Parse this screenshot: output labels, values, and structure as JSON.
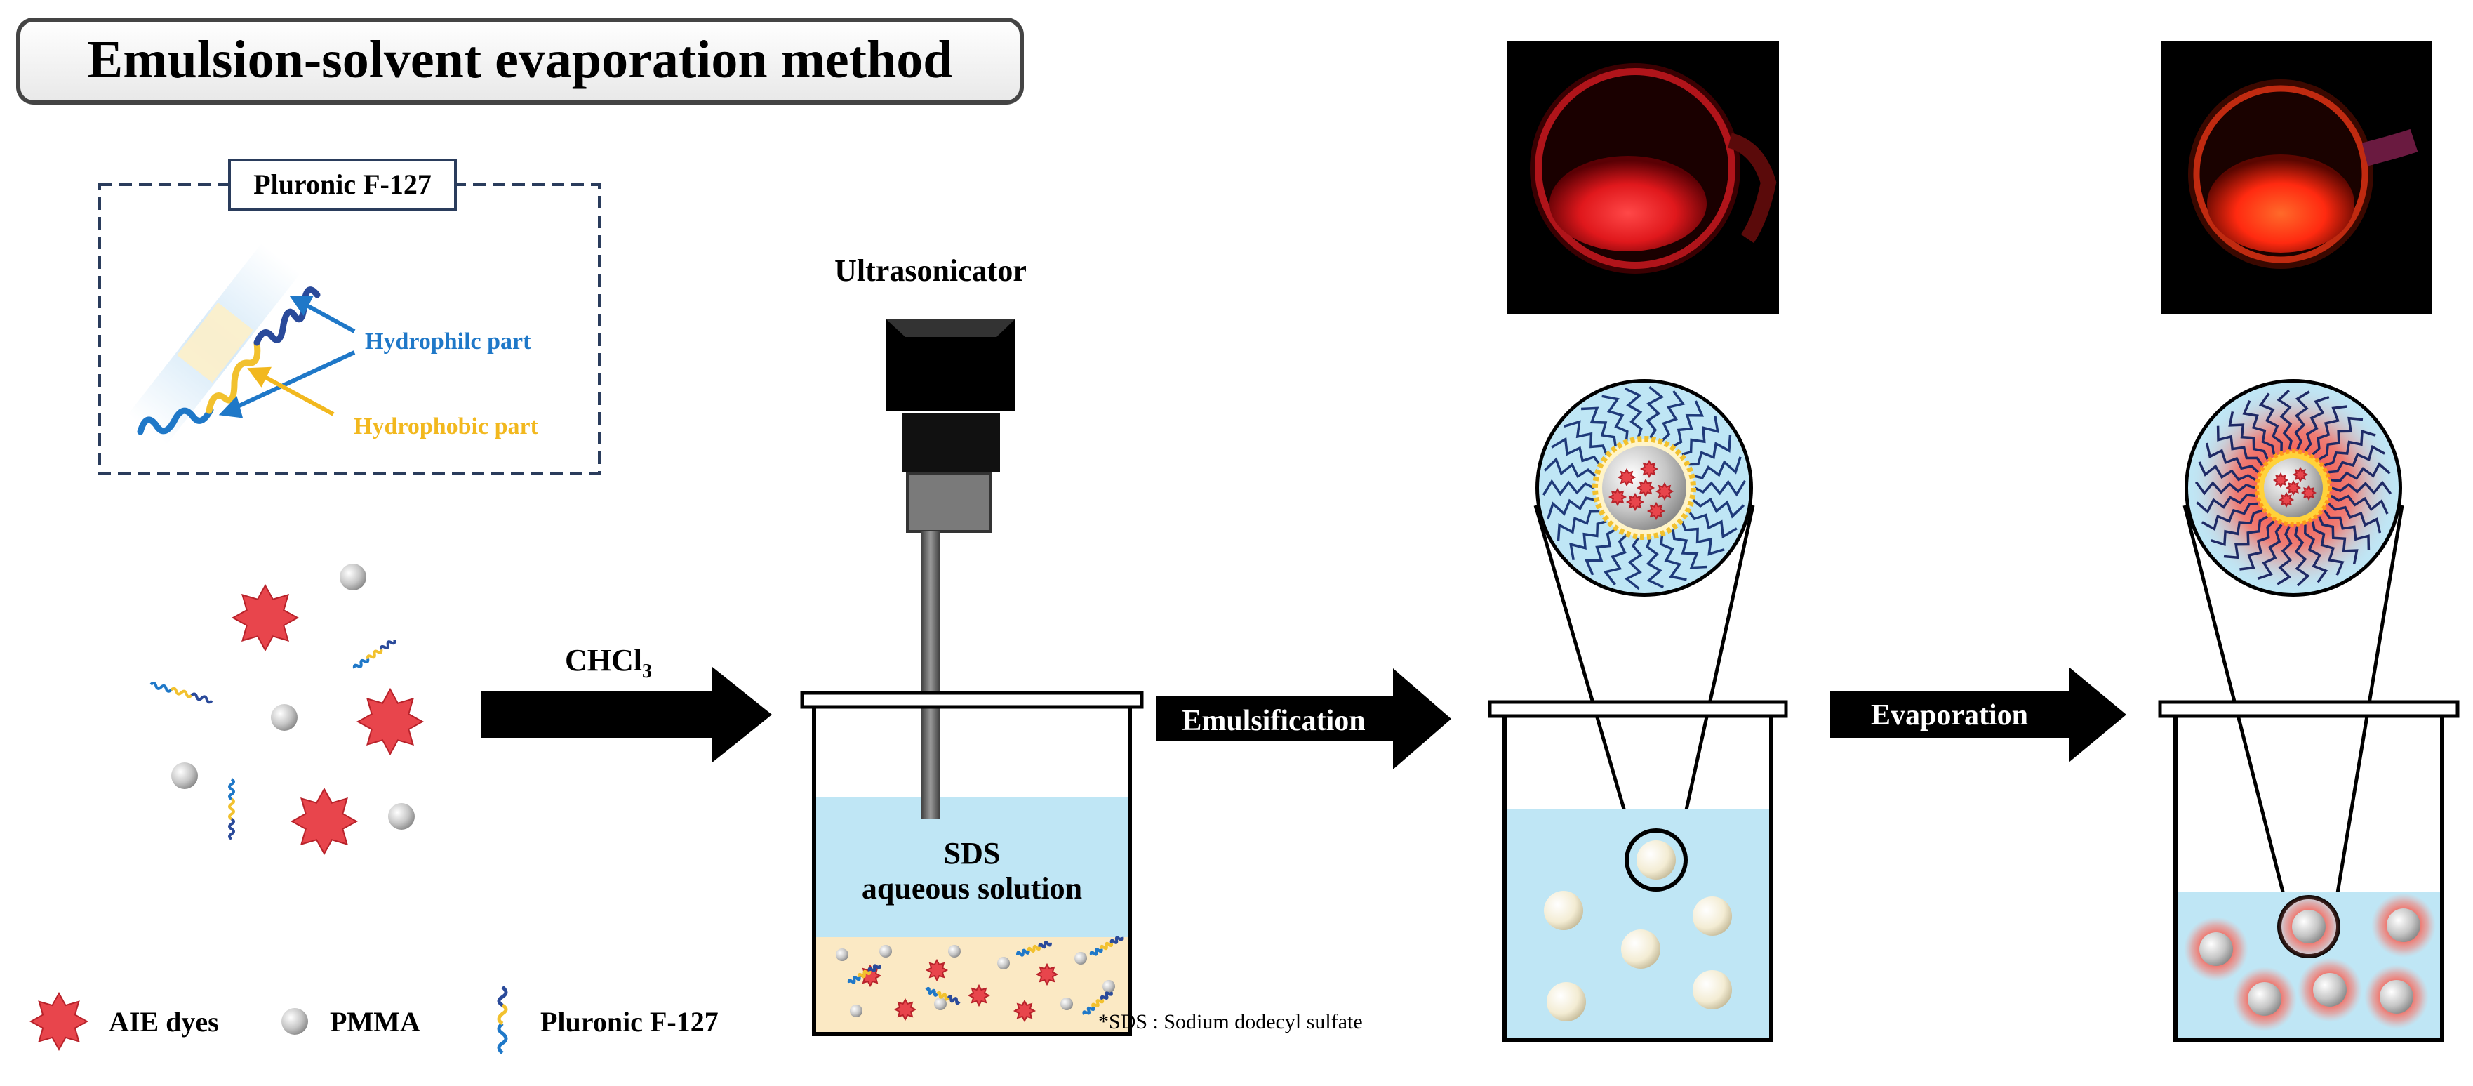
{
  "title": "Emulsion-solvent evaporation method",
  "pluronic_box": {
    "title": "Pluronic F-127",
    "hydrophilic_label": "Hydrophilc part",
    "hydrophobic_label": "Hydrophobic part"
  },
  "steps": {
    "solvent": "CHCl",
    "solvent_subscript": "3",
    "emulsification": "Emulsification",
    "evaporation": "Evaporation"
  },
  "equipment": {
    "ultrasonicator": "Ultrasonicator"
  },
  "beaker_label": {
    "line1": "SDS",
    "line2": "aqueous solution"
  },
  "footnote": "*SDS : Sodium dodecyl sulfate",
  "legend": {
    "aie_dyes": "AIE dyes",
    "pmma": "PMMA",
    "pluronic": "Pluronic F-127"
  },
  "colors": {
    "aie_red": "#e8454c",
    "pmma_gray": "#b9b9b9",
    "hydrophilic_blue": "#1f78c8",
    "hydrophobic_yellow": "#f2c12e",
    "water": "#bfe6f5",
    "oil_phase": "#fbe9c4",
    "photo_bg": "#000000",
    "glow_red": "#ff3a2a"
  }
}
